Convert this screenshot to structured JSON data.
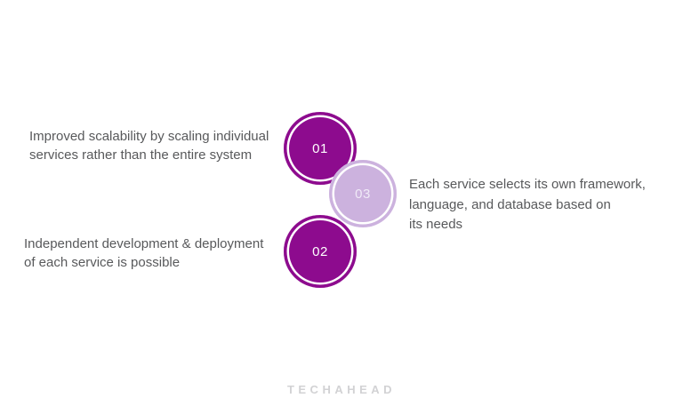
{
  "page": {
    "background": "#ffffff"
  },
  "colors": {
    "circle_dark": "#8D0B8E",
    "circle_light": "#CCB2DE",
    "ring": "#ffffff",
    "number_dark_circle": "#ffffff",
    "number_light_circle": "#F0EAF7",
    "body_text": "#58595B",
    "logo": "#D2D2D4"
  },
  "steps": [
    {
      "number": "01",
      "variant": "dark",
      "description": "Improved scalability by scaling individual\nservices rather than the entire system"
    },
    {
      "number": "02",
      "variant": "dark",
      "description": "Independent development & deployment\nof each service is possible"
    },
    {
      "number": "03",
      "variant": "light",
      "description": "Each service selects its own framework,\nlanguage, and database based on\nits needs"
    }
  ],
  "footer": {
    "logo_text": "TECHAHEAD"
  }
}
